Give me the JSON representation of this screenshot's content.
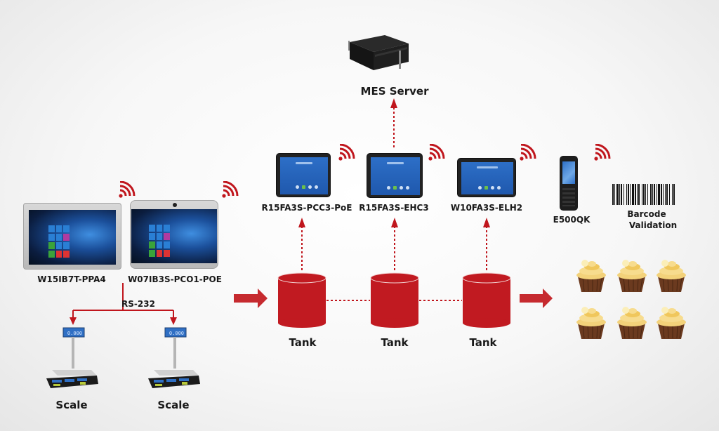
{
  "diagram": {
    "accent_color": "#c0161d",
    "nodes": {
      "mes_server": {
        "label": "MES Server",
        "icon": "server-icon"
      },
      "panel_pc_1": {
        "label": "W15IB7T-PPA4",
        "icon": "windows-panel-pc-icon",
        "wireless": true
      },
      "panel_pc_2": {
        "label": "W07IB3S-PCO1-POE",
        "icon": "windows-panel-pc-icon",
        "wireless": true
      },
      "tablet_1": {
        "label": "R15FA3S-PCC3-PoE",
        "icon": "android-panel-pc-icon",
        "wireless": true
      },
      "tablet_2": {
        "label": "R15FA3S-EHC3",
        "icon": "android-panel-pc-icon",
        "wireless": true
      },
      "tablet_3": {
        "label": "W10FA3S-ELH2",
        "icon": "android-panel-pc-icon",
        "wireless": true
      },
      "handheld": {
        "label": "E500QK",
        "icon": "rugged-handheld-icon",
        "wireless": true
      },
      "barcode": {
        "label_line1": "Barcode",
        "label_line2": "Validation",
        "icon": "barcode-icon"
      },
      "tanks": [
        {
          "label": "Tank"
        },
        {
          "label": "Tank"
        },
        {
          "label": "Tank"
        }
      ],
      "scales": [
        {
          "label": "Scale",
          "display": "0.000"
        },
        {
          "label": "Scale",
          "display": "0.000"
        }
      ],
      "product": {
        "icon": "cupcake-icon",
        "count": 6
      }
    },
    "connections": {
      "serial_label": "RS-232"
    }
  }
}
